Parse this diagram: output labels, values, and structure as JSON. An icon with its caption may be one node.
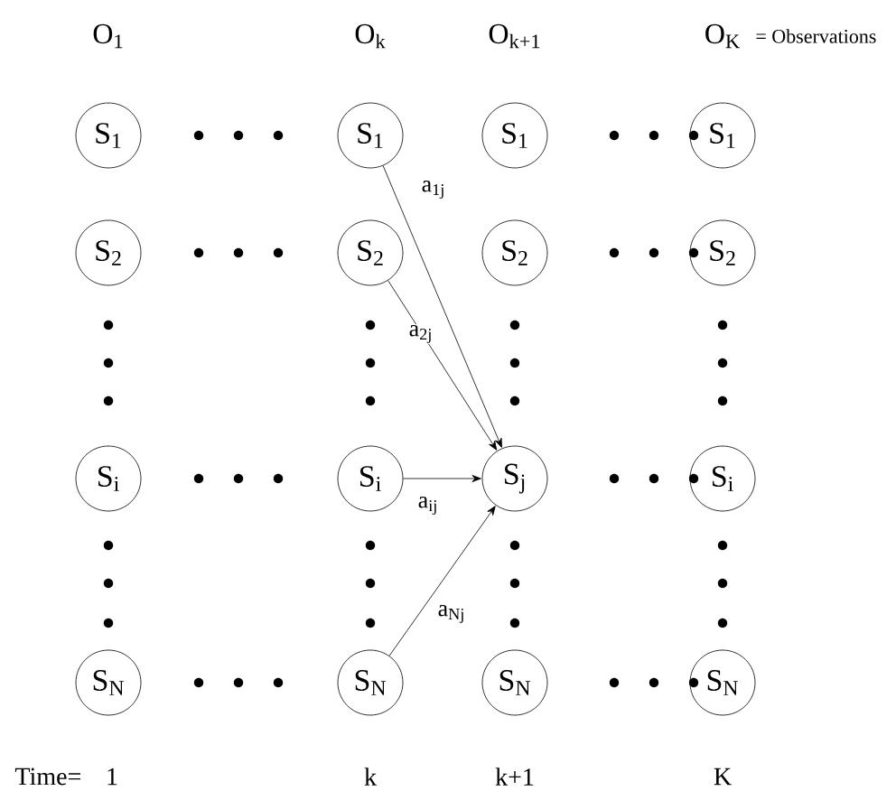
{
  "diagram": {
    "nodes": [
      {
        "text": [
          "S$_{1}$"
        ]
      },
      {
        "text": [
          "S$_{2}$"
        ]
      },
      {
        "text": [
          "S$_{i}$"
        ]
      },
      {
        "text": [
          "S$_{N}$"
        ]
      },
      {
        "text": [
          "S$_{1}$"
        ]
      },
      {
        "text": [
          "S$_{2}$"
        ]
      },
      {
        "text": [
          "S$_{i}$"
        ]
      },
      {
        "text": [
          "S$_{N}$"
        ]
      },
      {
        "text": [
          "S$_{1}$"
        ]
      },
      {
        "text": [
          "S$_{2}$"
        ]
      },
      {
        "text": [
          "S$_{j}$"
        ]
      },
      {
        "text": [
          "S$_{N}$"
        ]
      },
      {
        "text": [
          "S$_{1}$"
        ]
      },
      {
        "text": [
          "S$_{2}$"
        ]
      },
      {
        "text": [
          "S$_{i}$"
        ]
      },
      {
        "text": [
          "S$_{N}$"
        ]
      }
    ],
    "edges": [
      {
        "from": 4,
        "to": 10,
        "arrow": "to",
        "label": "a$_{1j}$"
      },
      {
        "from": 5,
        "to": 10,
        "arrow": "to",
        "label": "a$_{2j}$"
      },
      {
        "from": 6,
        "to": 10,
        "arrow": "to",
        "label": "a$_{ij}$"
      },
      {
        "from": 7,
        "to": 10,
        "arrow": "to",
        "label": "a$_{Nj}$"
      }
    ],
    "labels": [
      "O$_{1}$",
      "O$_{k}$",
      "O$_{k+1}$",
      "O$_{K}$",
      "= Observations",
      "Time=",
      "1",
      "k",
      "k+1",
      "K"
    ]
  }
}
